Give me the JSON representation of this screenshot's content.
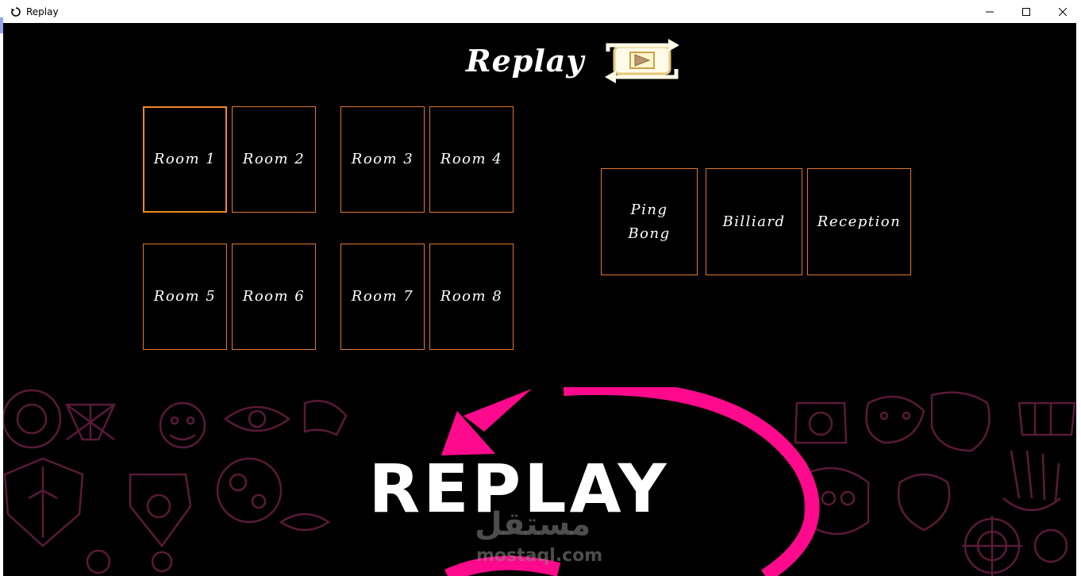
{
  "window": {
    "title": "Replay",
    "controls": {
      "minimize": "minimize-icon",
      "maximize": "maximize-icon",
      "close": "close-icon"
    }
  },
  "header": {
    "brand": "Replay",
    "logo_icon": "replay-loop-play-icon"
  },
  "rooms": [
    {
      "label": "Room 1",
      "active": true
    },
    {
      "label": "Room 2"
    },
    {
      "label": "Room 3"
    },
    {
      "label": "Room 4"
    },
    {
      "label": "Room 5"
    },
    {
      "label": "Room 6"
    },
    {
      "label": "Room 7"
    },
    {
      "label": "Room 8"
    }
  ],
  "areas": [
    {
      "label": "Ping\nBong"
    },
    {
      "label": "Billiard"
    },
    {
      "label": "Reception"
    }
  ],
  "banner": {
    "wordmark": "REPLAY",
    "watermark_arabic": "مستقل",
    "watermark_latin": "mostaql.com"
  },
  "colors": {
    "background": "#000000",
    "tile_border": "#e0782e",
    "active_border": "#f08a24",
    "banner_arc": "#ff0a8c",
    "banner_doodles": "#5a1a38"
  }
}
